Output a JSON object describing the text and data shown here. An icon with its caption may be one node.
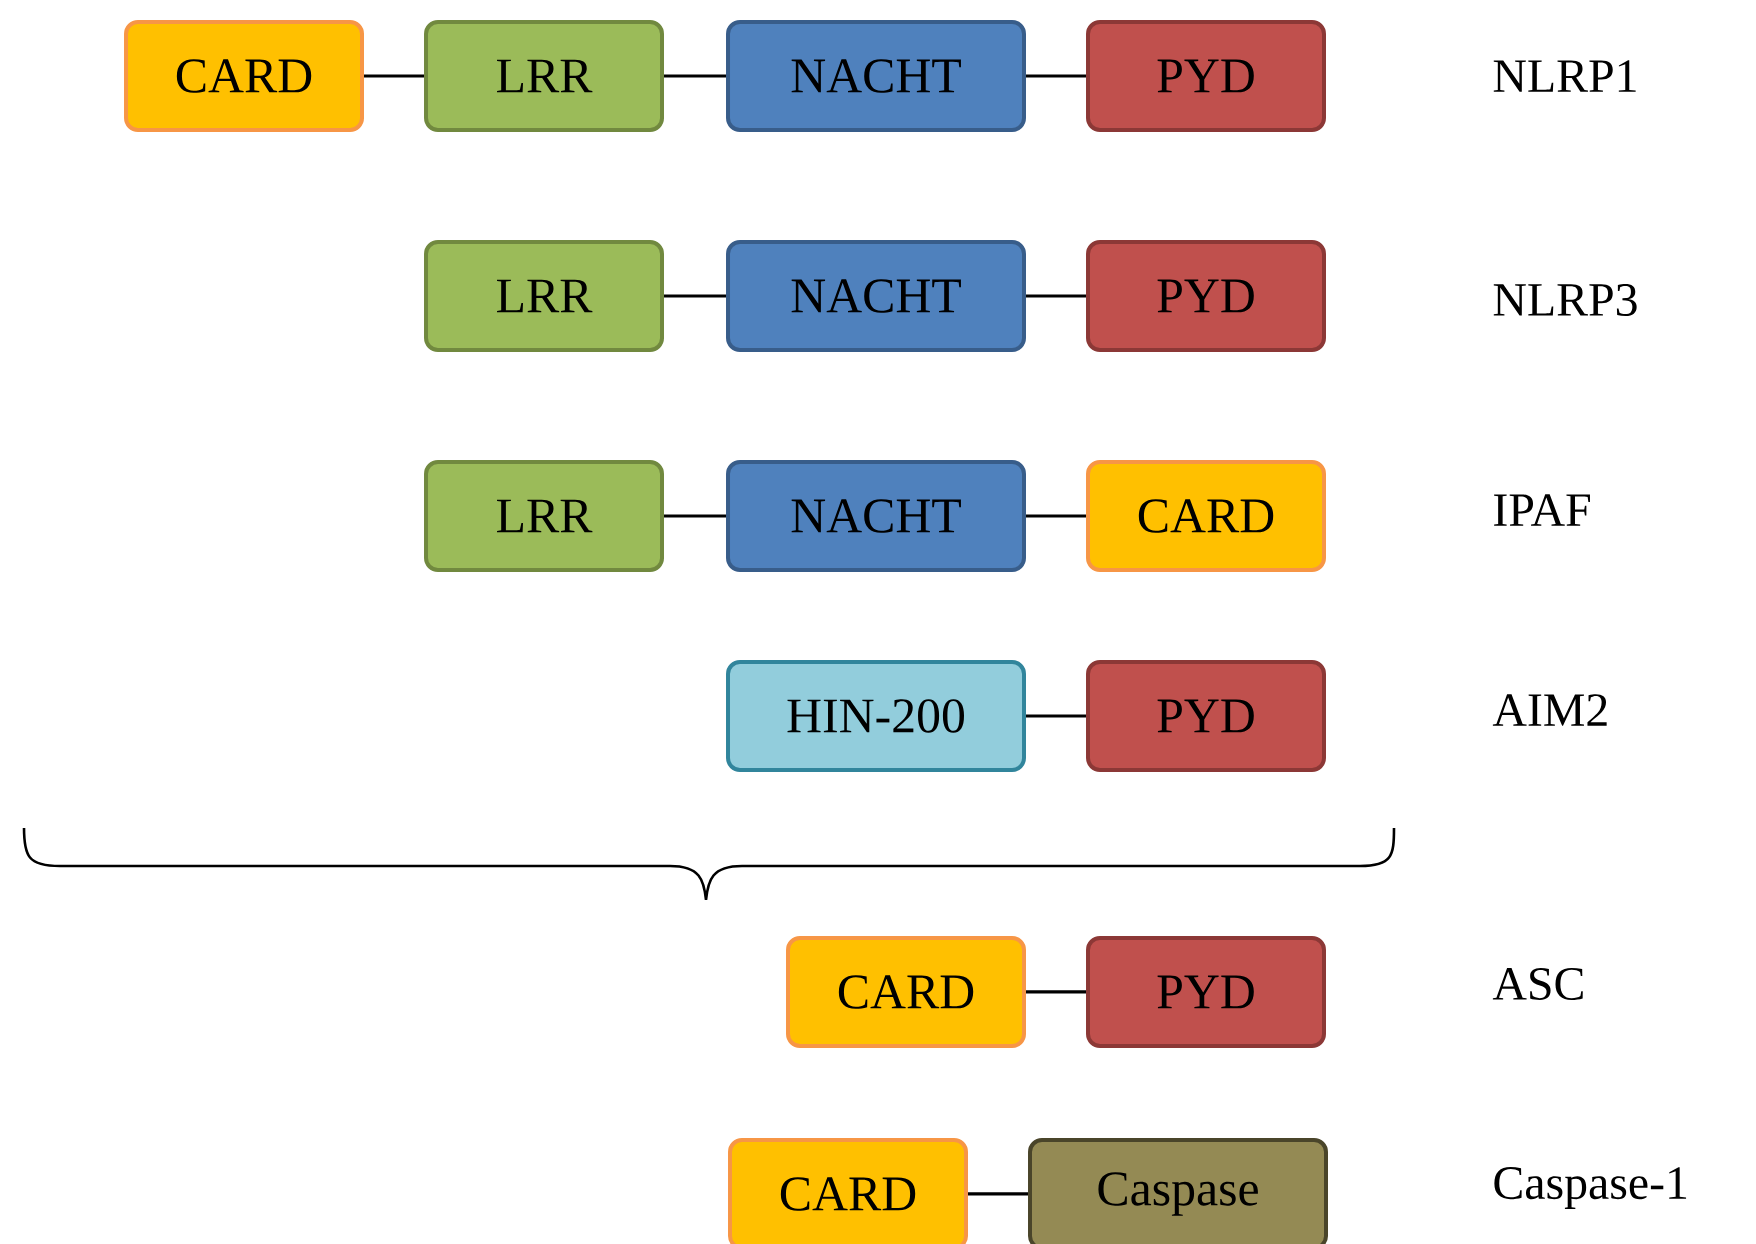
{
  "diagram": {
    "nodes": [
      {
        "text": [
          "CARD"
        ]
      },
      {
        "text": [
          "LRR"
        ]
      },
      {
        "text": [
          "NACHT"
        ]
      },
      {
        "text": [
          "PYD"
        ]
      },
      {
        "text": [
          "LRR"
        ]
      },
      {
        "text": [
          "NACHT"
        ]
      },
      {
        "text": [
          "PYD"
        ]
      },
      {
        "text": [
          "LRR"
        ]
      },
      {
        "text": [
          "NACHT"
        ]
      },
      {
        "text": [
          "CARD"
        ]
      },
      {
        "text": [
          "HIN-200"
        ]
      },
      {
        "text": [
          "PYD"
        ]
      },
      {
        "text": [
          "CARD"
        ]
      },
      {
        "text": [
          "PYD"
        ]
      },
      {
        "text": [
          "CARD"
        ]
      },
      {
        "text": [
          "Caspase"
        ]
      }
    ],
    "edges": [
      {
        "from": 0,
        "to": 1,
        "arrow": "none"
      },
      {
        "from": 1,
        "to": 2,
        "arrow": "none"
      },
      {
        "from": 2,
        "to": 3,
        "arrow": "none"
      },
      {
        "from": 4,
        "to": 5,
        "arrow": "none"
      },
      {
        "from": 5,
        "to": 6,
        "arrow": "none"
      },
      {
        "from": 7,
        "to": 8,
        "arrow": "none"
      },
      {
        "from": 8,
        "to": 9,
        "arrow": "none"
      },
      {
        "from": 10,
        "to": 11,
        "arrow": "none"
      },
      {
        "from": 12,
        "to": 13,
        "arrow": "none"
      },
      {
        "from": 14,
        "to": 15,
        "arrow": "none"
      }
    ],
    "labels": [
      "NLRP1",
      "NLRP3",
      "IPAF",
      "AIM2",
      "ASC",
      "Caspase-1"
    ]
  }
}
